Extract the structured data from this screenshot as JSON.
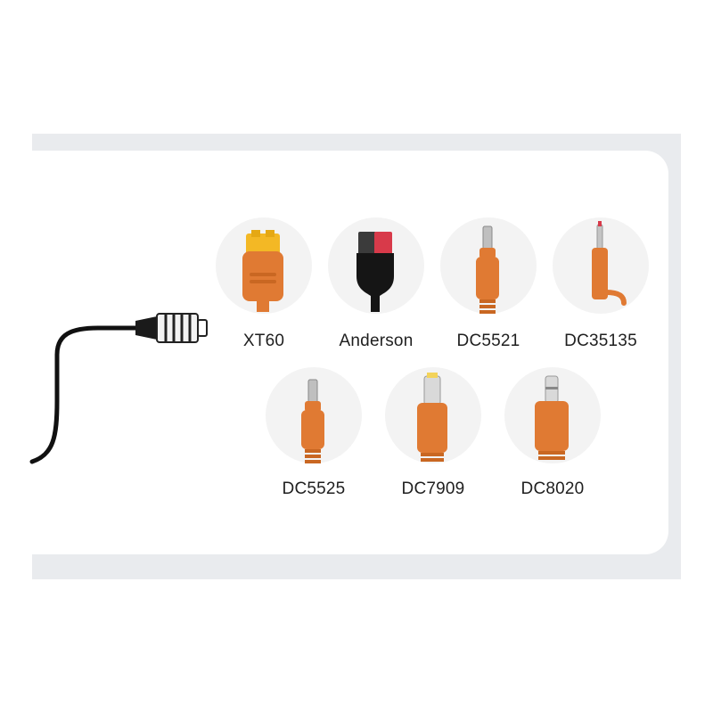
{
  "colors": {
    "connector_orange": "#e07a33",
    "xt60_yellow": "#f3b825",
    "anderson_red": "#d83a4a",
    "cable_black": "#111111",
    "frame_gray": "#e9ebee"
  },
  "connectors": [
    {
      "label": "XT60",
      "icon": "xt60-connector-icon"
    },
    {
      "label": "Anderson",
      "icon": "anderson-connector-icon"
    },
    {
      "label": "DC5521",
      "icon": "dc5521-connector-icon"
    },
    {
      "label": "DC35135",
      "icon": "dc35135-connector-icon"
    },
    {
      "label": "DC5525",
      "icon": "dc5525-connector-icon"
    },
    {
      "label": "DC7909",
      "icon": "dc7909-connector-icon"
    },
    {
      "label": "DC8020",
      "icon": "dc8020-connector-icon"
    }
  ]
}
